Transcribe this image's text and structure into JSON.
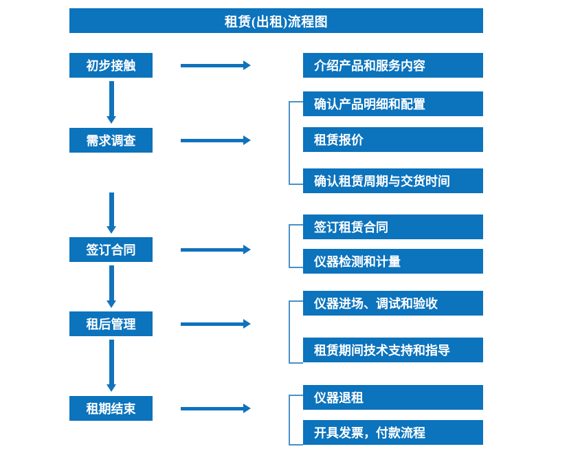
{
  "diagram": {
    "title": "租赁(出租)流程图",
    "accent_color": "#0c73bd",
    "arrow_color": "#0f72bc",
    "bracket_color": "#4a8fc4",
    "text_color": "#ffffff",
    "background_color": "#ffffff"
  },
  "stages": [
    {
      "label": "初步接触"
    },
    {
      "label": "需求调查"
    },
    {
      "label": "签订合同"
    },
    {
      "label": "租后管理"
    },
    {
      "label": "租期结束"
    }
  ],
  "details": [
    {
      "label": "介绍产品和服务内容"
    },
    {
      "label": "确认产品明细和配置"
    },
    {
      "label": "租赁报价"
    },
    {
      "label": "确认租赁周期与交货时间"
    },
    {
      "label": "签订租赁合同"
    },
    {
      "label": "仪器检测和计量"
    },
    {
      "label": "仪器进场、调试和验收"
    },
    {
      "label": "租赁期间技术支持和指导"
    },
    {
      "label": "仪器退租"
    },
    {
      "label": "开具发票，付款流程"
    }
  ],
  "flow": {
    "stage_to_detail_arrows": 5,
    "stage_to_stage_arrows": 4,
    "brackets": 4
  }
}
